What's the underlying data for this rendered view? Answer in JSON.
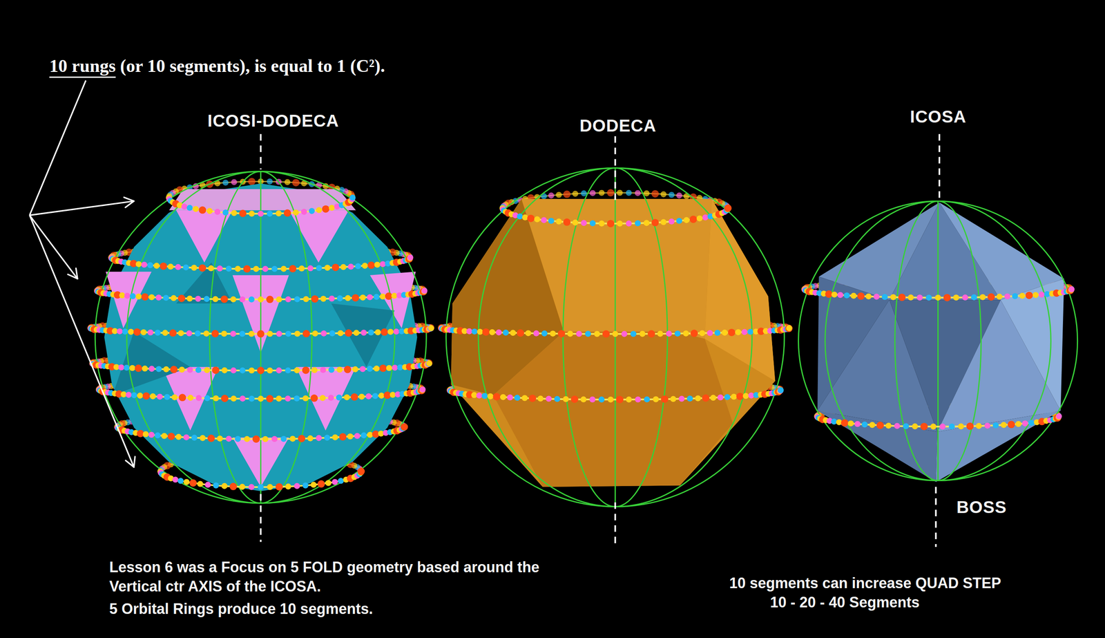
{
  "diagram": {
    "title": "10 rungs (or 10 segments), is equal to 1 (C²).",
    "labels": [
      "ICOSI-DODECA",
      "DODECA",
      "ICOSA",
      "BOSS",
      "Lesson 6 was a Focus on 5 FOLD geometry based around the Vertical ctr AXIS of the ICOSA.",
      "5 Orbital Rings produce 10 segments.",
      "10 segments can increase QUAD STEP",
      "10 - 20 - 40 Segments"
    ]
  }
}
